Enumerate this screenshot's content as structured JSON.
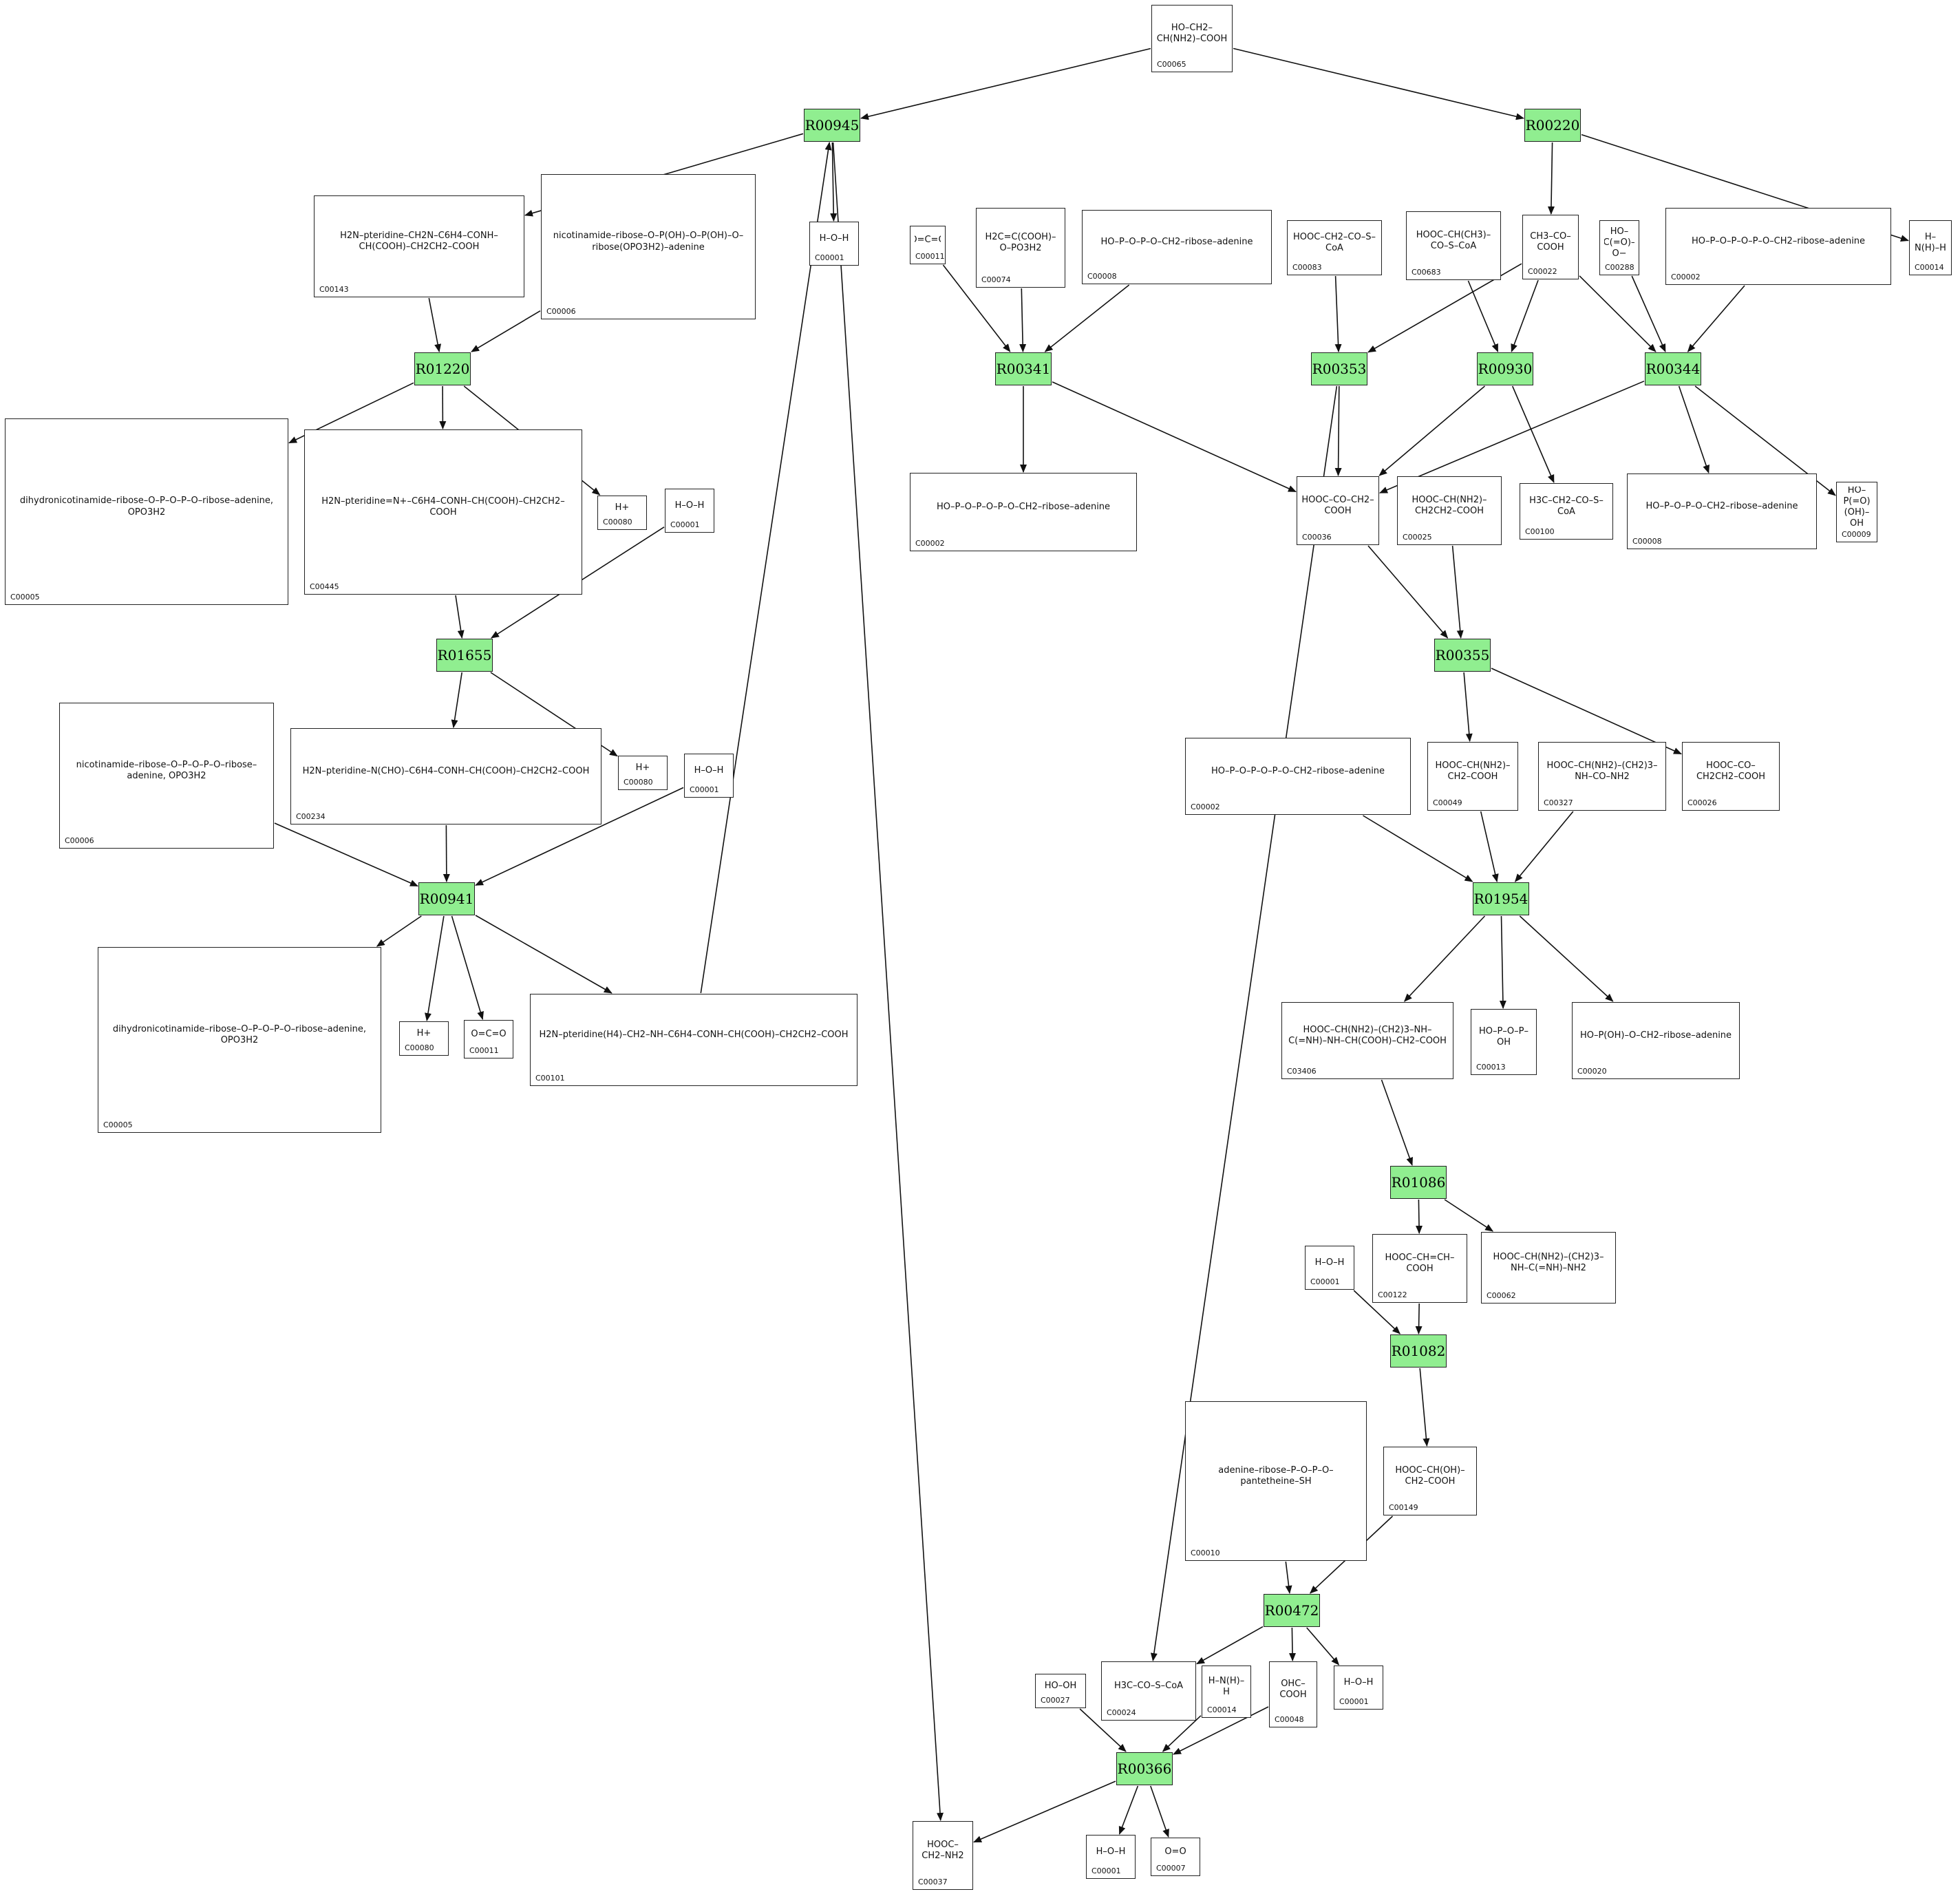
{
  "reactions": [
    {
      "id": "R00945",
      "label": "R00945"
    },
    {
      "id": "R00220",
      "label": "R00220"
    },
    {
      "id": "R01220",
      "label": "R01220"
    },
    {
      "id": "R01655",
      "label": "R01655"
    },
    {
      "id": "R00941",
      "label": "R00941"
    },
    {
      "id": "R00341",
      "label": "R00341"
    },
    {
      "id": "R00353",
      "label": "R00353"
    },
    {
      "id": "R00930",
      "label": "R00930"
    },
    {
      "id": "R00344",
      "label": "R00344"
    },
    {
      "id": "R00355",
      "label": "R00355"
    },
    {
      "id": "R01954",
      "label": "R01954"
    },
    {
      "id": "R01086",
      "label": "R01086"
    },
    {
      "id": "R01082",
      "label": "R01082"
    },
    {
      "id": "R00472",
      "label": "R00472"
    },
    {
      "id": "R00366",
      "label": "R00366"
    }
  ],
  "compounds": [
    {
      "id": "c00065",
      "label": "C00065",
      "structure": "HO–CH2–CH(NH2)–COOH"
    },
    {
      "id": "c00143",
      "label": "C00143",
      "structure": "H2N–pteridine–CH2N–C6H4–CONH–CH(COOH)–CH2CH2–COOH"
    },
    {
      "id": "c00006a",
      "label": "C00006",
      "structure": "nicotinamide–ribose–O–P(OH)–O–P(OH)–O–ribose(OPO3H2)–adenine"
    },
    {
      "id": "c00001a",
      "label": "C00001",
      "structure": "H–O–H"
    },
    {
      "id": "c00005a",
      "label": "C00005",
      "structure": "dihydronicotinamide–ribose–O–P–O–P–O–ribose–adenine, OPO3H2"
    },
    {
      "id": "c00445",
      "label": "C00445",
      "structure": "H2N–pteridine=N+–C6H4–CONH–CH(COOH)–CH2CH2–COOH"
    },
    {
      "id": "c00080a",
      "label": "C00080",
      "structure": "H+"
    },
    {
      "id": "c00001b",
      "label": "C00001",
      "structure": "H–O–H"
    },
    {
      "id": "c00006b",
      "label": "C00006",
      "structure": "nicotinamide–ribose–O–P–O–P–O–ribose–adenine, OPO3H2"
    },
    {
      "id": "c00234",
      "label": "C00234",
      "structure": "H2N–pteridine–N(CHO)–C6H4–CONH–CH(COOH)–CH2CH2–COOH"
    },
    {
      "id": "c00080b",
      "label": "C00080",
      "structure": "H+"
    },
    {
      "id": "c00001c",
      "label": "C00001",
      "structure": "H–O–H"
    },
    {
      "id": "c00005b",
      "label": "C00005",
      "structure": "dihydronicotinamide–ribose–O–P–O–P–O–ribose–adenine, OPO3H2"
    },
    {
      "id": "c00080c",
      "label": "C00080",
      "structure": "H+"
    },
    {
      "id": "c00011a",
      "label": "C00011",
      "structure": "O=C=O"
    },
    {
      "id": "c00101",
      "label": "C00101",
      "structure": "H2N–pteridine(H4)–CH2–NH–C6H4–CONH–CH(COOH)–CH2CH2–COOH"
    },
    {
      "id": "c00001d",
      "label": "C00001",
      "structure": "H–O–H"
    },
    {
      "id": "c00011b",
      "label": "C00011",
      "structure": "O=C=O"
    },
    {
      "id": "c00074",
      "label": "C00074",
      "structure": "H2C=C(COOH)–O–PO3H2"
    },
    {
      "id": "c00008",
      "label": "C00008",
      "structure": "HO–P–O–P–O–CH2–ribose–adenine"
    },
    {
      "id": "c00083",
      "label": "C00083",
      "structure": "HOOC–CH2–CO–S–CoA"
    },
    {
      "id": "c00683",
      "label": "C00683",
      "structure": "HOOC–CH(CH3)–CO–S–CoA"
    },
    {
      "id": "c00022",
      "label": "C00022",
      "structure": "CH3–CO–COOH"
    },
    {
      "id": "c00288",
      "label": "C00288",
      "structure": "HO–C(=O)–O−"
    },
    {
      "id": "c00002a",
      "label": "C00002",
      "structure": "HO–P–O–P–O–P–O–CH2–ribose–adenine"
    },
    {
      "id": "c00014a",
      "label": "C00014",
      "structure": "H–N(H)–H"
    },
    {
      "id": "c00002b",
      "label": "C00002",
      "structure": "HO–P–O–P–O–P–O–CH2–ribose–adenine"
    },
    {
      "id": "c00036",
      "label": "C00036",
      "structure": "HOOC–CO–CH2–COOH"
    },
    {
      "id": "c00025",
      "label": "C00025",
      "structure": "HOOC–CH(NH2)–CH2CH2–COOH"
    },
    {
      "id": "c00100",
      "label": "C00100",
      "structure": "H3C–CH2–CO–S–CoA"
    },
    {
      "id": "c00008b",
      "label": "C00008",
      "structure": "HO–P–O–P–O–CH2–ribose–adenine"
    },
    {
      "id": "c00009",
      "label": "C00009",
      "structure": "HO–P(=O)(OH)–OH"
    },
    {
      "id": "c00002c",
      "label": "C00002",
      "structure": "HO–P–O–P–O–P–O–CH2–ribose–adenine"
    },
    {
      "id": "c00049",
      "label": "C00049",
      "structure": "HOOC–CH(NH2)–CH2–COOH"
    },
    {
      "id": "c00327",
      "label": "C00327",
      "structure": "HOOC–CH(NH2)–(CH2)3–NH–CO–NH2"
    },
    {
      "id": "c00026",
      "label": "C00026",
      "structure": "HOOC–CO–CH2CH2–COOH"
    },
    {
      "id": "c03406",
      "label": "C03406",
      "structure": "HOOC–CH(NH2)–(CH2)3–NH–C(=NH)–NH–CH(COOH)–CH2–COOH"
    },
    {
      "id": "c00013",
      "label": "C00013",
      "structure": "HO–P–O–P–OH"
    },
    {
      "id": "c00020",
      "label": "C00020",
      "structure": "HO–P(OH)–O–CH2–ribose–adenine"
    },
    {
      "id": "c00001e",
      "label": "C00001",
      "structure": "H–O–H"
    },
    {
      "id": "c00122",
      "label": "C00122",
      "structure": "HOOC–CH=CH–COOH"
    },
    {
      "id": "c00062",
      "label": "C00062",
      "structure": "HOOC–CH(NH2)–(CH2)3–NH–C(=NH)–NH2"
    },
    {
      "id": "c00010",
      "label": "C00010",
      "structure": "adenine–ribose–P–O–P–O–pantetheine–SH"
    },
    {
      "id": "c00149",
      "label": "C00149",
      "structure": "HOOC–CH(OH)–CH2–COOH"
    },
    {
      "id": "c00027",
      "label": "C00027",
      "structure": "HO–OH"
    },
    {
      "id": "c00024",
      "label": "C00024",
      "structure": "H3C–CO–S–CoA"
    },
    {
      "id": "c00014b",
      "label": "C00014",
      "structure": "H–N(H)–H"
    },
    {
      "id": "c00048",
      "label": "C00048",
      "structure": "OHC–COOH"
    },
    {
      "id": "c00001f",
      "label": "C00001",
      "structure": "H–O–H"
    },
    {
      "id": "c00037",
      "label": "C00037",
      "structure": "HOOC–CH2–NH2"
    },
    {
      "id": "c00001g",
      "label": "C00001",
      "structure": "H–O–H"
    },
    {
      "id": "c00007",
      "label": "C00007",
      "structure": "O=O"
    }
  ],
  "edges": [
    {
      "from": "c00065",
      "to": "R00945"
    },
    {
      "from": "c00065",
      "to": "R00220"
    },
    {
      "from": "R00945",
      "to": "c00143"
    },
    {
      "from": "R00945",
      "to": "c00001a"
    },
    {
      "from": "R00945",
      "to": "c00037"
    },
    {
      "from": "c00101",
      "to": "R00945"
    },
    {
      "from": "R00220",
      "to": "c00022"
    },
    {
      "from": "R00220",
      "to": "c00014a"
    },
    {
      "from": "c00143",
      "to": "R01220"
    },
    {
      "from": "c00006a",
      "to": "R01220"
    },
    {
      "from": "R01220",
      "to": "c00005a"
    },
    {
      "from": "R01220",
      "to": "c00445"
    },
    {
      "from": "R01220",
      "to": "c00080a"
    },
    {
      "from": "c00445",
      "to": "R01655"
    },
    {
      "from": "c00001b",
      "to": "R01655"
    },
    {
      "from": "R01655",
      "to": "c00234"
    },
    {
      "from": "R01655",
      "to": "c00080b"
    },
    {
      "from": "c00234",
      "to": "R00941"
    },
    {
      "from": "c00006b",
      "to": "R00941"
    },
    {
      "from": "c00001c",
      "to": "R00941"
    },
    {
      "from": "R00941",
      "to": "c00005b"
    },
    {
      "from": "R00941",
      "to": "c00080c"
    },
    {
      "from": "R00941",
      "to": "c00011a"
    },
    {
      "from": "R00941",
      "to": "c00101"
    },
    {
      "from": "c00011b",
      "to": "R00341"
    },
    {
      "from": "c00074",
      "to": "R00341"
    },
    {
      "from": "c00008",
      "to": "R00341"
    },
    {
      "from": "R00341",
      "to": "c00002b"
    },
    {
      "from": "R00341",
      "to": "c00036"
    },
    {
      "from": "c00083",
      "to": "R00353"
    },
    {
      "from": "c00022",
      "to": "R00353"
    },
    {
      "from": "R00353",
      "to": "c00036"
    },
    {
      "from": "R00353",
      "to": "c00024"
    },
    {
      "from": "c00683",
      "to": "R00930"
    },
    {
      "from": "c00022",
      "to": "R00930"
    },
    {
      "from": "R00930",
      "to": "c00036"
    },
    {
      "from": "R00930",
      "to": "c00100"
    },
    {
      "from": "c00022",
      "to": "R00344"
    },
    {
      "from": "c00288",
      "to": "R00344"
    },
    {
      "from": "c00002a",
      "to": "R00344"
    },
    {
      "from": "R00344",
      "to": "c00036"
    },
    {
      "from": "R00344",
      "to": "c00008b"
    },
    {
      "from": "R00344",
      "to": "c00009"
    },
    {
      "from": "c00036",
      "to": "R00355"
    },
    {
      "from": "c00025",
      "to": "R00355"
    },
    {
      "from": "R00355",
      "to": "c00049"
    },
    {
      "from": "R00355",
      "to": "c00026"
    },
    {
      "from": "c00002c",
      "to": "R01954"
    },
    {
      "from": "c00049",
      "to": "R01954"
    },
    {
      "from": "c00327",
      "to": "R01954"
    },
    {
      "from": "R01954",
      "to": "c03406"
    },
    {
      "from": "R01954",
      "to": "c00013"
    },
    {
      "from": "R01954",
      "to": "c00020"
    },
    {
      "from": "c03406",
      "to": "R01086"
    },
    {
      "from": "R01086",
      "to": "c00122"
    },
    {
      "from": "R01086",
      "to": "c00062"
    },
    {
      "from": "c00001e",
      "to": "R01082"
    },
    {
      "from": "c00122",
      "to": "R01082"
    },
    {
      "from": "R01082",
      "to": "c00149"
    },
    {
      "from": "c00149",
      "to": "R00472"
    },
    {
      "from": "c00010",
      "to": "R00472"
    },
    {
      "from": "R00472",
      "to": "c00024"
    },
    {
      "from": "R00472",
      "to": "c00048"
    },
    {
      "from": "R00472",
      "to": "c00001f"
    },
    {
      "from": "c00027",
      "to": "R00366"
    },
    {
      "from": "c00014b",
      "to": "R00366"
    },
    {
      "from": "c00048",
      "to": "R00366"
    },
    {
      "from": "R00366",
      "to": "c00037"
    },
    {
      "from": "R00366",
      "to": "c00001g"
    },
    {
      "from": "R00366",
      "to": "c00007"
    }
  ]
}
